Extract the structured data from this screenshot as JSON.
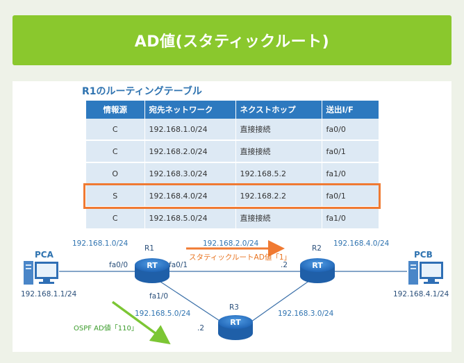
{
  "banner": {
    "title": "AD値(スタティックルート)"
  },
  "routing_table": {
    "title": "R1のルーティングテーブル",
    "headers": [
      "情報源",
      "宛先ネットワーク",
      "ネクストホップ",
      "送出I/F"
    ],
    "rows": [
      [
        "C",
        "192.168.1.0/24",
        "直接接続",
        "fa0/0"
      ],
      [
        "C",
        "192.168.2.0/24",
        "直接接続",
        "fa0/1"
      ],
      [
        "O",
        "192.168.3.0/24",
        "192.168.5.2",
        "fa1/0"
      ],
      [
        "S",
        "192.168.4.0/24",
        "192.168.2.2",
        "fa0/1"
      ],
      [
        "C",
        "192.168.5.0/24",
        "直接接続",
        "fa1/0"
      ]
    ],
    "highlight_row": 3,
    "highlight_color": "#f07a32"
  },
  "network": {
    "pca": {
      "name": "PCA",
      "ip": "192.168.1.1/24"
    },
    "pcb": {
      "name": "PCB",
      "ip": "192.168.4.1/24"
    },
    "routers": {
      "r1": {
        "name": "R1",
        "icon_text": "RT"
      },
      "r2": {
        "name": "R2",
        "icon_text": "RT"
      },
      "r3": {
        "name": "R3",
        "icon_text": "RT"
      }
    },
    "networks": {
      "net1": "192.168.1.0/24",
      "net2": "192.168.2.0/24",
      "net3": "192.168.3.0/24",
      "net4": "192.168.4.0/24",
      "net5": "192.168.5.0/24"
    },
    "interfaces": {
      "r1_fa00": "fa0/0",
      "r1_fa01": "fa0/1",
      "r1_fa10": "fa1/0",
      "r2_addr": ".2",
      "r3_addr": ".2"
    },
    "annotations": {
      "static_route": "スタティックルートAD値「1」",
      "ospf": "OSPF AD値「110」"
    }
  },
  "colors": {
    "banner": "#8ac82d",
    "header": "#2d79bf",
    "cell": "#dde9f4",
    "router": "#2f7fd0",
    "static_arrow": "#f07a32",
    "ospf_arrow": "#7cc634"
  }
}
